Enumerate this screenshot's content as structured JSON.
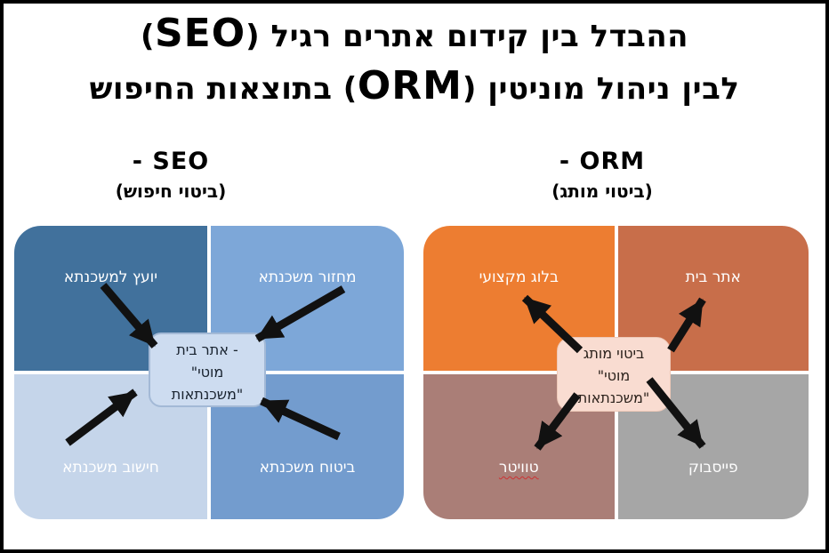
{
  "title": {
    "line1": {
      "seg0": "ההבדל בין קידום אתרים רגיל (",
      "seg1": "SEO",
      "seg2": ")"
    },
    "line2": {
      "seg0": "לבין ניהול מוניטין (",
      "seg1": "ORM",
      "seg2": ") בתוצאות החיפוש"
    }
  },
  "seo": {
    "heading": "- SEO",
    "subheading": "(ביטוי חיפוש)",
    "arrow_direction": "inward",
    "quadrants": [
      {
        "position": "top-left",
        "label": "יועץ למשכנתא",
        "color": "#41719c"
      },
      {
        "position": "top-right",
        "label": "מחזור משכנתא",
        "color": "#7da7d8"
      },
      {
        "position": "bottom-left",
        "label": "חישוב משכנתא",
        "color": "#c5d5ea"
      },
      {
        "position": "bottom-right",
        "label": "ביטוח משכנתא",
        "color": "#739cce"
      }
    ],
    "center_box": {
      "text": "אתר בית -\n\"מוטי\nמשכנתאות\"",
      "bg": "#cddcf0"
    }
  },
  "orm": {
    "heading": "- ORM",
    "subheading": "(ביטוי מותג)",
    "arrow_direction": "outward",
    "quadrants": [
      {
        "position": "top-left",
        "label": "בלוג מקצועי",
        "color": "#ed7d31"
      },
      {
        "position": "top-right",
        "label": "אתר בית",
        "color": "#c86e4a"
      },
      {
        "position": "bottom-left",
        "label": "טוויטר",
        "color": "#aa7e77"
      },
      {
        "position": "bottom-right",
        "label": "פייסבוק",
        "color": "#a6a6a6"
      }
    ],
    "center_box": {
      "text": "ביטוי מותג\n\"מוטי\nמשכנתאות\"",
      "bg": "#f9dcd1"
    }
  },
  "style": {
    "arrow_color": "#111111",
    "frame_color": "#000000",
    "label_color": "#ffffff",
    "twitter_underline_color": "#cc3333"
  }
}
